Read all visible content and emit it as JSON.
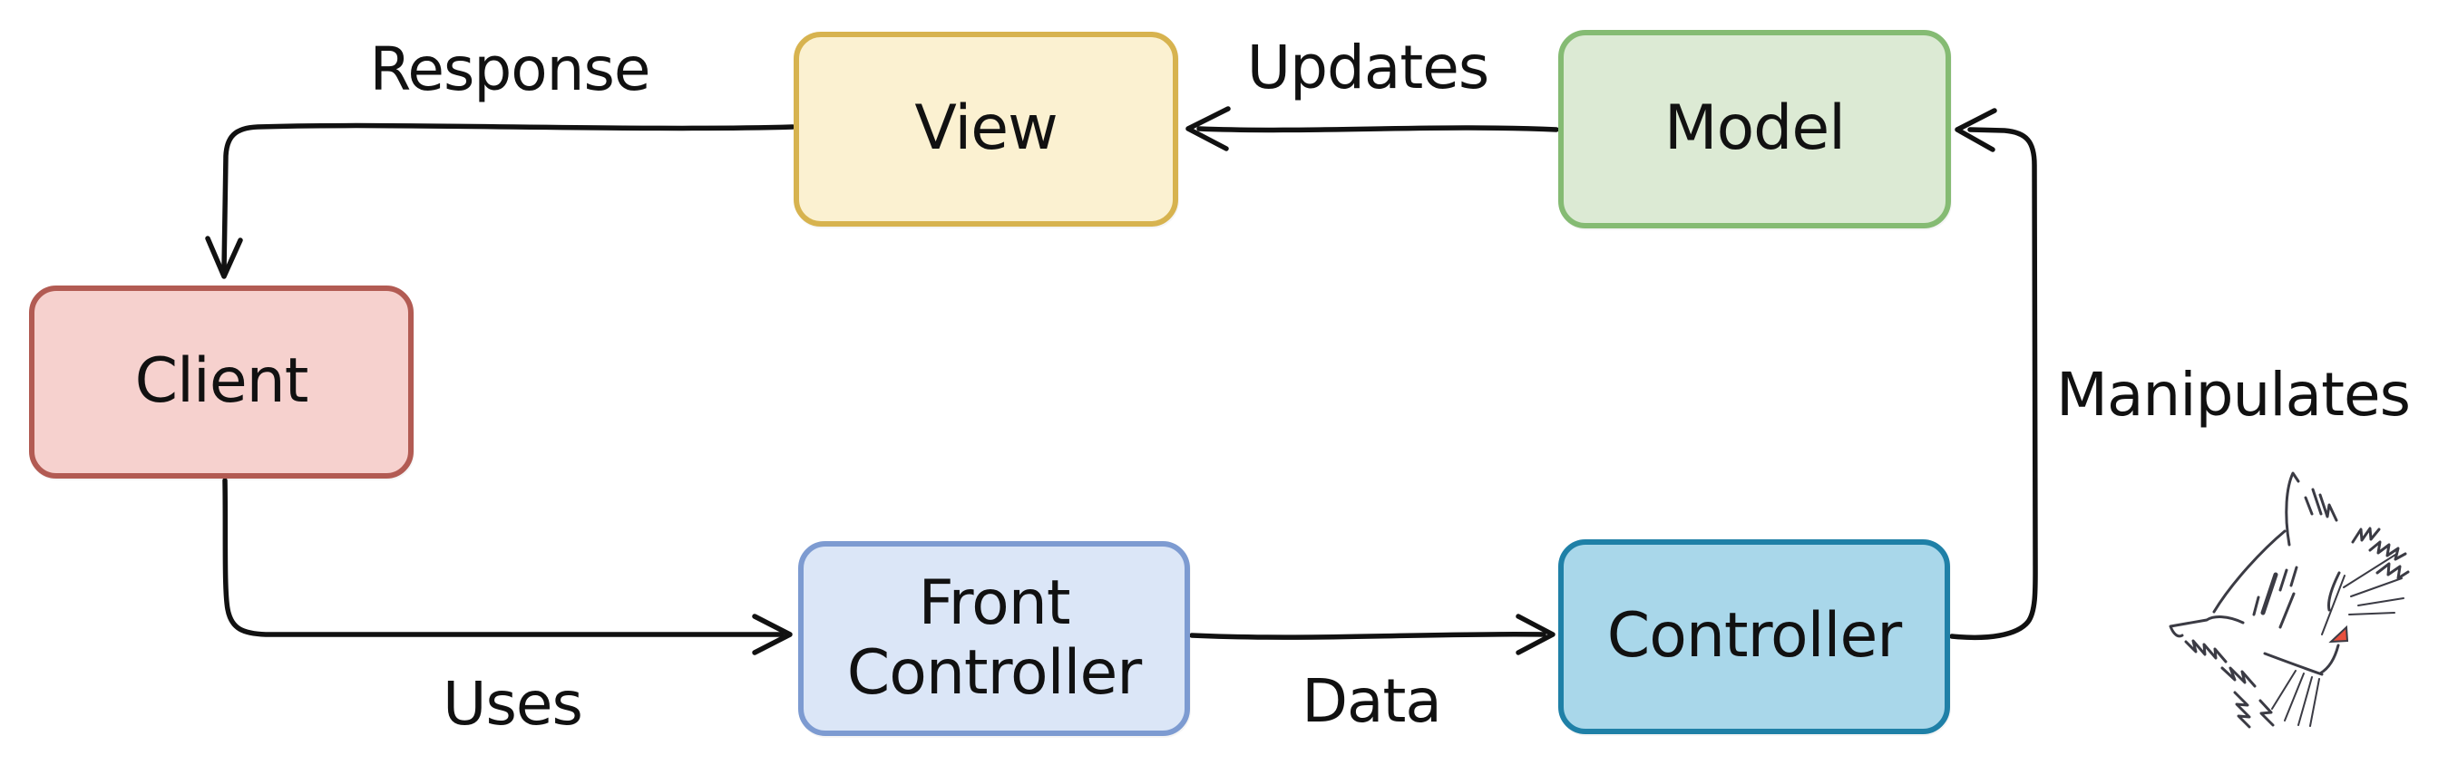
{
  "diagram": {
    "title": "MVC with Front Controller sketch diagram",
    "nodes": [
      {
        "id": "view",
        "label": "View",
        "fill": "#FBF1D1",
        "border": "#D7B34F"
      },
      {
        "id": "model",
        "label": "Model",
        "fill": "#DCEAD4",
        "border": "#85BB73"
      },
      {
        "id": "client",
        "label": "Client",
        "fill": "#F6D1CE",
        "border": "#B25B53"
      },
      {
        "id": "front-controller",
        "label": "Front Controller",
        "fill": "#DBE6F7",
        "border": "#7D9BD1"
      },
      {
        "id": "controller",
        "label": "Controller",
        "fill": "#A9D7EA",
        "border": "#1F80A7"
      }
    ],
    "edges": [
      {
        "label": "Response",
        "from": "View",
        "to": "Client"
      },
      {
        "label": "Updates",
        "from": "Model",
        "to": "View"
      },
      {
        "label": "Uses",
        "from": "Client",
        "to": "Front Controller"
      },
      {
        "label": "Data",
        "from": "Front Controller",
        "to": "Controller"
      },
      {
        "label": "Manipulates",
        "from": "Controller",
        "to": "Model"
      }
    ],
    "decorations": [
      {
        "id": "cat-sketch",
        "description": "hand-drawn cat face doodle",
        "nose_color": "#E8503E"
      }
    ],
    "colors": {
      "background": "#FFFFFF",
      "line": "#111111",
      "text": "#111111",
      "cat_stroke": "#3B3B44"
    }
  }
}
